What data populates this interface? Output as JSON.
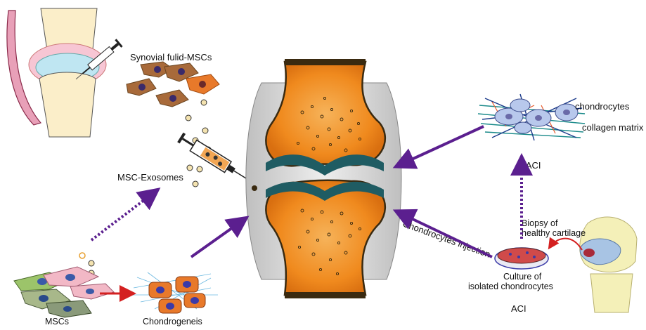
{
  "labels": {
    "synovial": "Synovial fulid-MSCs",
    "exosomes": "MSC-Exosomes",
    "mscs": "MSCs",
    "chondrogenesis": "Chondrogeneis",
    "chondrocytes": "chondrocytes",
    "collagen": "collagen matrix",
    "maci": "MACI",
    "biopsy_line1": "Biopsy of",
    "biopsy_line2": "healthy cartilage",
    "injection": "Chondrocytes injection",
    "culture_line1": "Culture of",
    "culture_line2": "isolated chondrocytes",
    "aci": "ACI"
  },
  "colors": {
    "arrow_purple": "#5b1f8f",
    "arrow_red": "#d42020",
    "bone_orange": "#f08a1e",
    "cartilage_teal": "#1f5c63",
    "cell_orange": "#e8792a",
    "cell_brown": "#a86a3a"
  }
}
